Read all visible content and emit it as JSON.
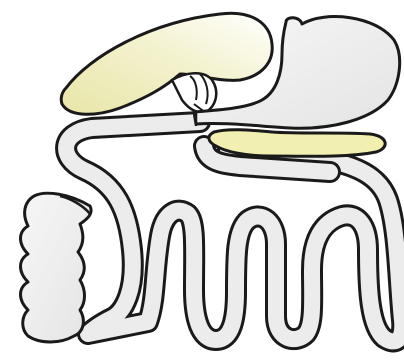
{
  "diagram": {
    "organs": [
      {
        "name": "liver",
        "color": "#ecebb8"
      },
      {
        "name": "stomach",
        "color": "#ececec"
      },
      {
        "name": "pancreas",
        "color": "#f2f0b0"
      },
      {
        "name": "small-intestine-loops",
        "color": "#ececec"
      },
      {
        "name": "colon-segment",
        "color": "#ececec"
      }
    ]
  }
}
